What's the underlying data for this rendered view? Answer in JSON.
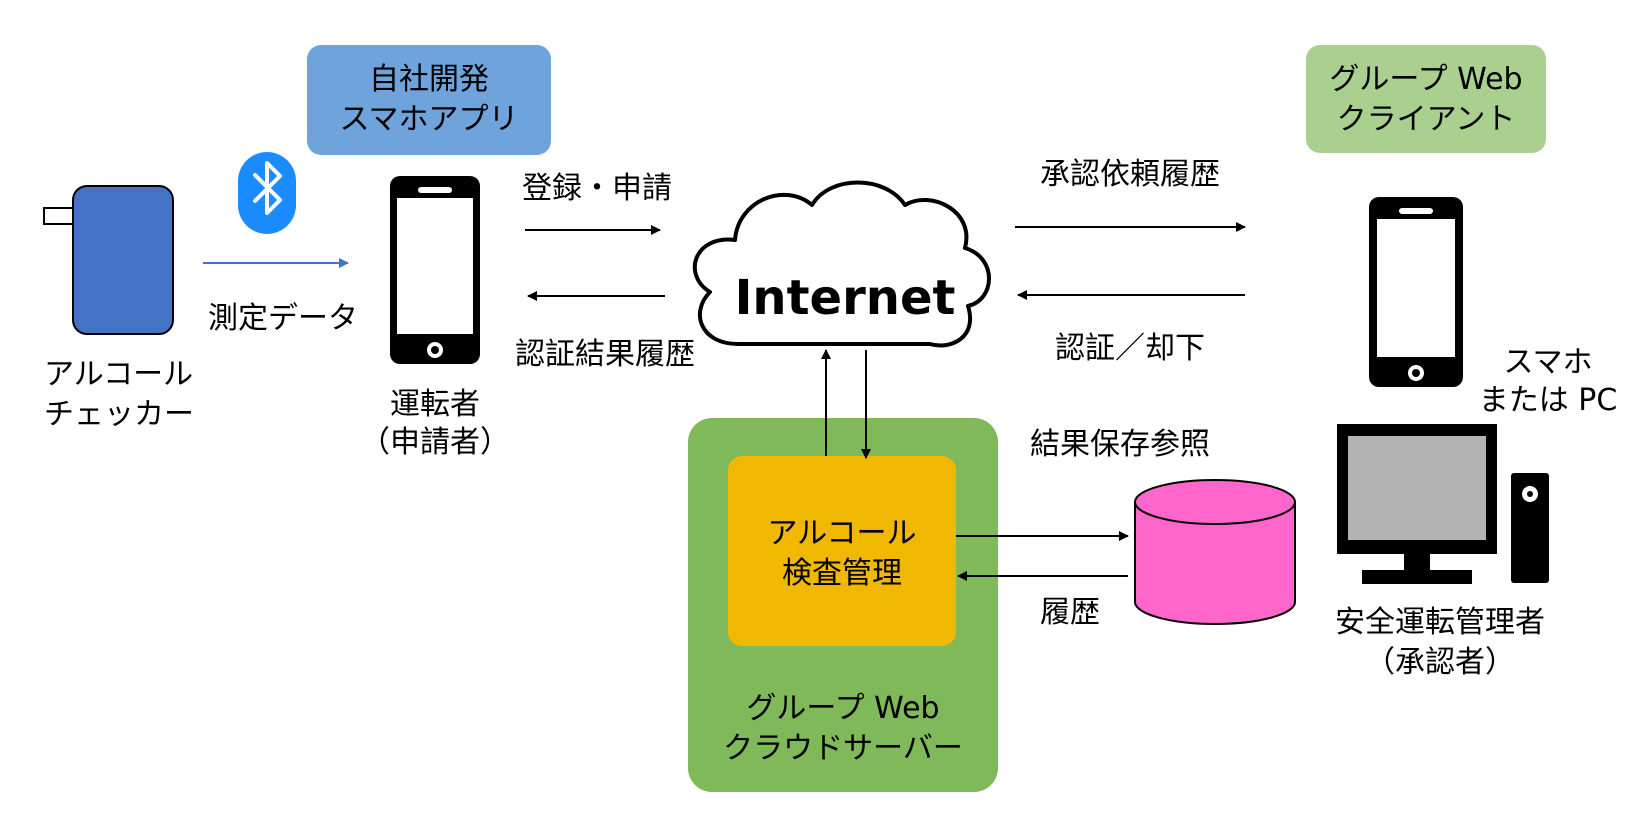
{
  "labels": {
    "in_house_app": [
      "自社開発",
      "スマホアプリ"
    ],
    "group_web_client": [
      "グループ Web",
      "クライアント"
    ],
    "alcohol_checker": [
      "アルコール",
      "チェッカー"
    ],
    "measurement_data": "測定データ",
    "driver": [
      "運転者",
      "（申請者）"
    ],
    "register_apply": "登録・申請",
    "auth_result_history": "認証結果履歴",
    "internet": "Internet",
    "approval_request_history": "承認依頼履歴",
    "approve_reject": "認証／却下",
    "phone_or_pc": [
      "スマホ",
      "または PC"
    ],
    "result_store_ref": "結果保存参照",
    "history": "履歴",
    "alcohol_mgmt": [
      "アルコール",
      "検査管理"
    ],
    "group_web_cloud": [
      "グループ Web",
      "クラウドサーバー"
    ],
    "safety_manager": [
      "安全運転管理者",
      "（承認者）"
    ]
  },
  "icons": {
    "bluetooth": "bluetooth-icon",
    "cloud": "cloud-icon",
    "smartphone": "smartphone-icon",
    "pc": "desktop-pc-icon",
    "database": "database-icon",
    "device": "alcohol-checker-device"
  },
  "colors": {
    "app_box": "#6fa3dc",
    "client_box": "#a9d08e",
    "server_box": "#7fb95a",
    "mgmt_box": "#f0b800",
    "device": "#4472c4",
    "database": "#ff66cc",
    "bluetooth": "#1a8cff",
    "arrow_blue": "#4472c4",
    "screen_gray": "#b3b3b3"
  }
}
